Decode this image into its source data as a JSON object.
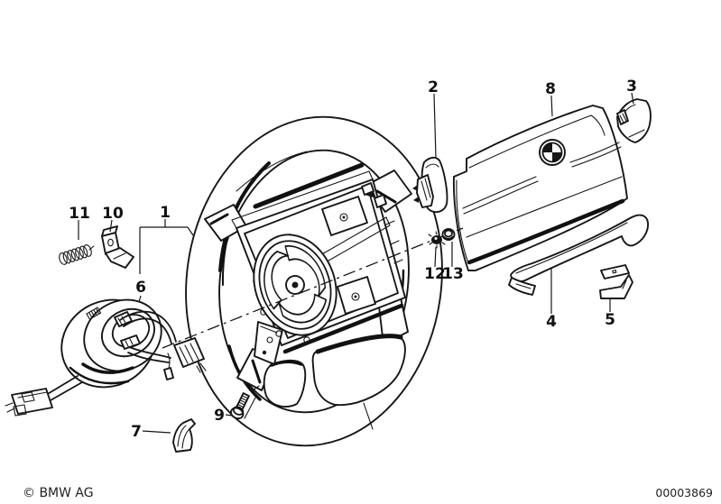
{
  "diagram": {
    "background_color": "#ffffff",
    "line_color": "#161616",
    "callouts": [
      {
        "label": "1"
      },
      {
        "label": "2"
      },
      {
        "label": "3"
      },
      {
        "label": "4"
      },
      {
        "label": "5"
      },
      {
        "label": "6"
      },
      {
        "label": "7"
      },
      {
        "label": "8"
      },
      {
        "label": "9"
      },
      {
        "label": "10"
      },
      {
        "label": "11"
      },
      {
        "label": "12"
      },
      {
        "label": "13"
      }
    ],
    "footer": {
      "copyright": "© BMW AG",
      "drawing_number": "00003869"
    }
  }
}
